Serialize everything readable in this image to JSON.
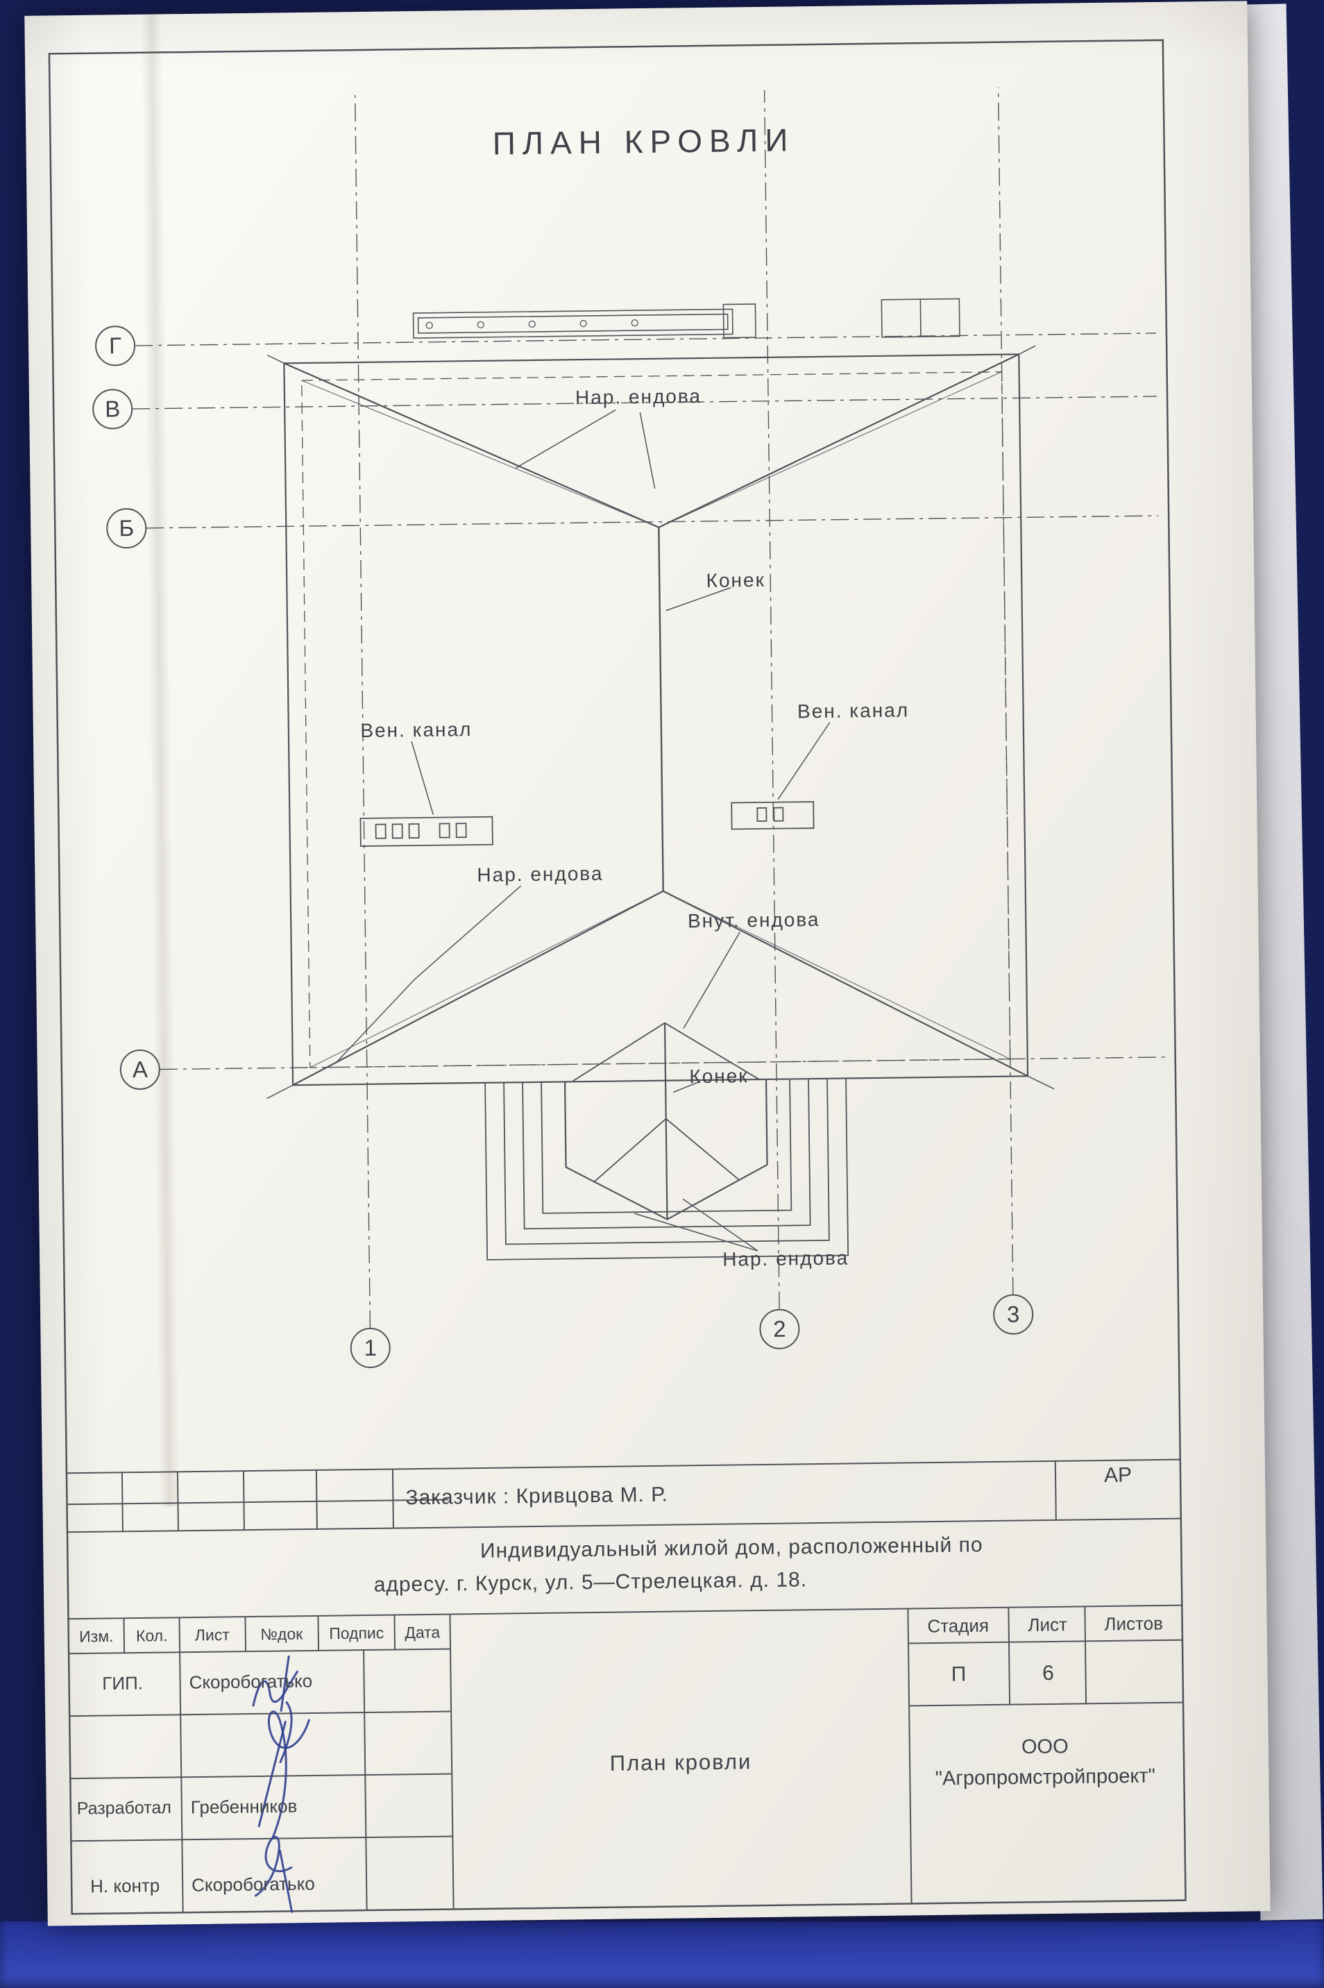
{
  "colors": {
    "bg_navy": "#161f55",
    "band_blue": "#2e3fa9",
    "paper": "#f4f2ec",
    "ink": "#50535a",
    "text": "#3e4248",
    "signature_ink": "#2f3f8f"
  },
  "drawing": {
    "title": "ПЛАН КРОВЛИ",
    "labels": {
      "nar_endova_top": "Нар. ендова",
      "konek_main": "Конек",
      "ven_kanal_left": "Вен. канал",
      "ven_kanal_right": "Вен. канал",
      "nar_endova_mid": "Нар. ендова",
      "vnut_endova": "Внут. ендова",
      "konek_porch": "Конек",
      "nar_endova_bottom": "Нар. ендова"
    },
    "axes": {
      "rows": [
        {
          "label": "Г"
        },
        {
          "label": "В"
        },
        {
          "label": "Б"
        },
        {
          "label": "А"
        }
      ],
      "cols": [
        {
          "label": "1"
        },
        {
          "label": "2"
        },
        {
          "label": "3"
        }
      ]
    }
  },
  "title_block": {
    "customer_label": "Заказчик :  Кривцова  М.  Р.",
    "stage_mark": "АР",
    "project_line1": "Индивидуальный жилой дом, расположенный по",
    "project_line2": "адресу.  г.  Курск, ул.  5—Стрелецкая.  д.  18.",
    "change_headers": {
      "izm": "Изм.",
      "kol": "Кол.",
      "list": "Лист",
      "doc": "№док",
      "podpis": "Подпис",
      "data": "Дата"
    },
    "people": [
      {
        "role": "ГИП.",
        "name": "Скоробогатько"
      },
      {
        "role": "Разработал",
        "name": "Гребенников"
      },
      {
        "role": "Н. контр",
        "name": "Скоробогатько"
      }
    ],
    "stage_header": "Стадия",
    "sheet_header": "Лист",
    "sheets_header": "Листов",
    "stage_value": "П",
    "sheet_value": "6",
    "drawing_name": "План кровли",
    "company_line1": "ООО",
    "company_line2": "\"Агропромстройпроект\""
  }
}
